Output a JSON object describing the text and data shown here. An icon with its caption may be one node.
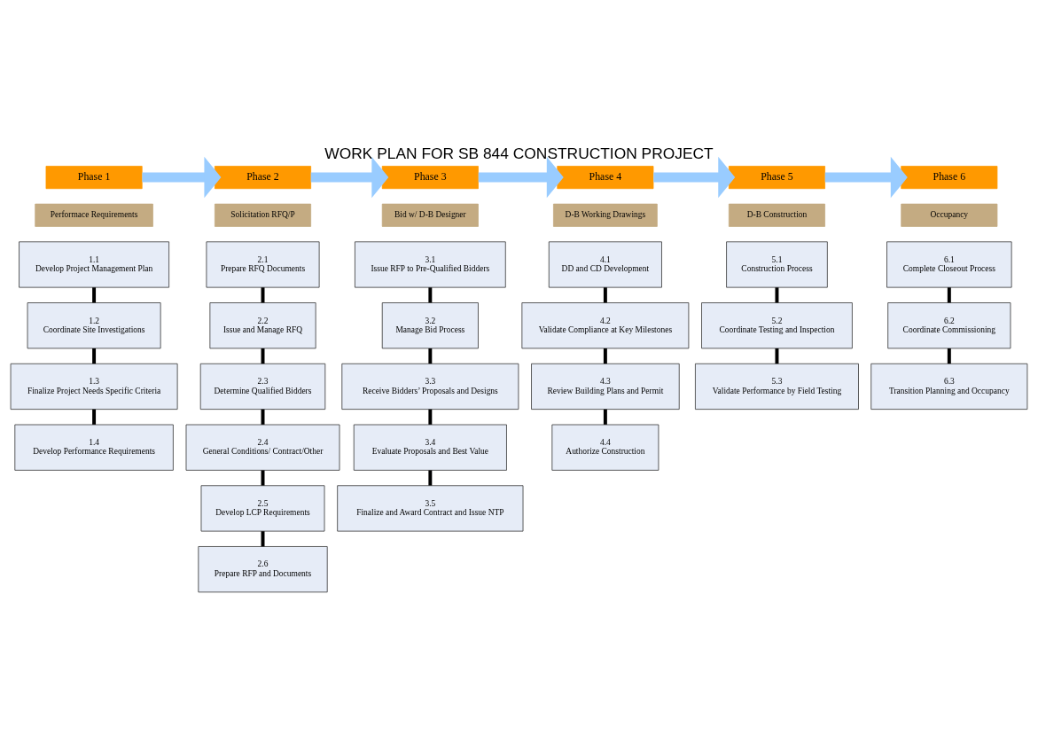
{
  "diagram": {
    "title": "WORK PLAN FOR SB 844 CONSTRUCTION PROJECT",
    "nodes": [
      {
        "text": [
          "Phase 1"
        ]
      },
      {
        "text": [
          "Performace Requirements"
        ]
      },
      {
        "text": [
          "1.1",
          "Develop Project Management Plan"
        ]
      },
      {
        "text": [
          "1.2",
          "Coordinate Site Investigations"
        ]
      },
      {
        "text": [
          "1.3",
          "Finalize Project Needs Specific Criteria"
        ]
      },
      {
        "text": [
          "1.4",
          "Develop Performance Requirements"
        ]
      },
      {
        "text": [
          "Phase 2"
        ]
      },
      {
        "text": [
          "Solicitation RFQ/P"
        ]
      },
      {
        "text": [
          "2.1",
          "Prepare RFQ Documents"
        ]
      },
      {
        "text": [
          "2.2",
          "Issue and Manage RFQ"
        ]
      },
      {
        "text": [
          "2.3",
          "Determine Qualified Bidders"
        ]
      },
      {
        "text": [
          "2.4",
          "General Conditions/ Contract/Other"
        ]
      },
      {
        "text": [
          "2.5",
          "Develop LCP Requirements"
        ]
      },
      {
        "text": [
          "2.6",
          "Prepare RFP and Documents"
        ]
      },
      {
        "text": [
          "Phase 3"
        ]
      },
      {
        "text": [
          "Bid w/ D-B Designer"
        ]
      },
      {
        "text": [
          "3.1",
          "Issue RFP to Pre-Qualified Bidders"
        ]
      },
      {
        "text": [
          "3.2",
          "Manage Bid Process"
        ]
      },
      {
        "text": [
          "3.3",
          "Receive Bidders’ Proposals and Designs"
        ]
      },
      {
        "text": [
          "3.4",
          "Evaluate Proposals and Best Value"
        ]
      },
      {
        "text": [
          "3.5",
          "Finalize and Award Contract and Issue NTP"
        ]
      },
      {
        "text": [
          "Phase 4"
        ]
      },
      {
        "text": [
          "D-B Working Drawings"
        ]
      },
      {
        "text": [
          "4.1",
          "DD and CD Development"
        ]
      },
      {
        "text": [
          "4.2",
          "Validate Compliance at Key Milestones"
        ]
      },
      {
        "text": [
          "4.3",
          "Review Building Plans and Permit"
        ]
      },
      {
        "text": [
          "4.4",
          "Authorize Construction"
        ]
      },
      {
        "text": [
          "Phase 5"
        ]
      },
      {
        "text": [
          "D-B Construction"
        ]
      },
      {
        "text": [
          "5.1",
          "Construction Process"
        ]
      },
      {
        "text": [
          "5.2",
          "Coordinate Testing and Inspection"
        ]
      },
      {
        "text": [
          "5.3",
          "Validate Performance by Field Testing"
        ]
      },
      {
        "text": [
          "Phase 6"
        ]
      },
      {
        "text": [
          "Occupancy"
        ]
      },
      {
        "text": [
          "6.1",
          "Complete Closeout Process"
        ]
      },
      {
        "text": [
          "6.2",
          "Coordinate Commissioning"
        ]
      },
      {
        "text": [
          "6.3",
          "Transition Planning and Occupancy"
        ]
      }
    ],
    "edges": [
      {
        "from": 0,
        "to": 6,
        "arrow": "to",
        "style": "thick",
        "color": "#99ccff"
      },
      {
        "from": 6,
        "to": 14,
        "arrow": "to",
        "style": "thick",
        "color": "#99ccff"
      },
      {
        "from": 14,
        "to": 21,
        "arrow": "to",
        "style": "thick",
        "color": "#99ccff"
      },
      {
        "from": 21,
        "to": 27,
        "arrow": "to",
        "style": "thick",
        "color": "#99ccff"
      },
      {
        "from": 27,
        "to": 32,
        "arrow": "to",
        "style": "thick",
        "color": "#99ccff"
      },
      {
        "from": 2,
        "to": 3,
        "arrow": "none"
      },
      {
        "from": 3,
        "to": 4,
        "arrow": "none"
      },
      {
        "from": 4,
        "to": 5,
        "arrow": "none"
      },
      {
        "from": 8,
        "to": 9,
        "arrow": "none"
      },
      {
        "from": 9,
        "to": 10,
        "arrow": "none"
      },
      {
        "from": 10,
        "to": 11,
        "arrow": "none"
      },
      {
        "from": 11,
        "to": 12,
        "arrow": "none"
      },
      {
        "from": 12,
        "to": 13,
        "arrow": "none"
      },
      {
        "from": 16,
        "to": 17,
        "arrow": "none"
      },
      {
        "from": 17,
        "to": 18,
        "arrow": "none"
      },
      {
        "from": 18,
        "to": 19,
        "arrow": "none"
      },
      {
        "from": 19,
        "to": 20,
        "arrow": "none"
      },
      {
        "from": 23,
        "to": 24,
        "arrow": "none"
      },
      {
        "from": 24,
        "to": 25,
        "arrow": "none"
      },
      {
        "from": 25,
        "to": 26,
        "arrow": "none"
      },
      {
        "from": 29,
        "to": 30,
        "arrow": "none"
      },
      {
        "from": 30,
        "to": 31,
        "arrow": "none"
      },
      {
        "from": 34,
        "to": 35,
        "arrow": "none"
      },
      {
        "from": 35,
        "to": 36,
        "arrow": "none"
      }
    ]
  }
}
